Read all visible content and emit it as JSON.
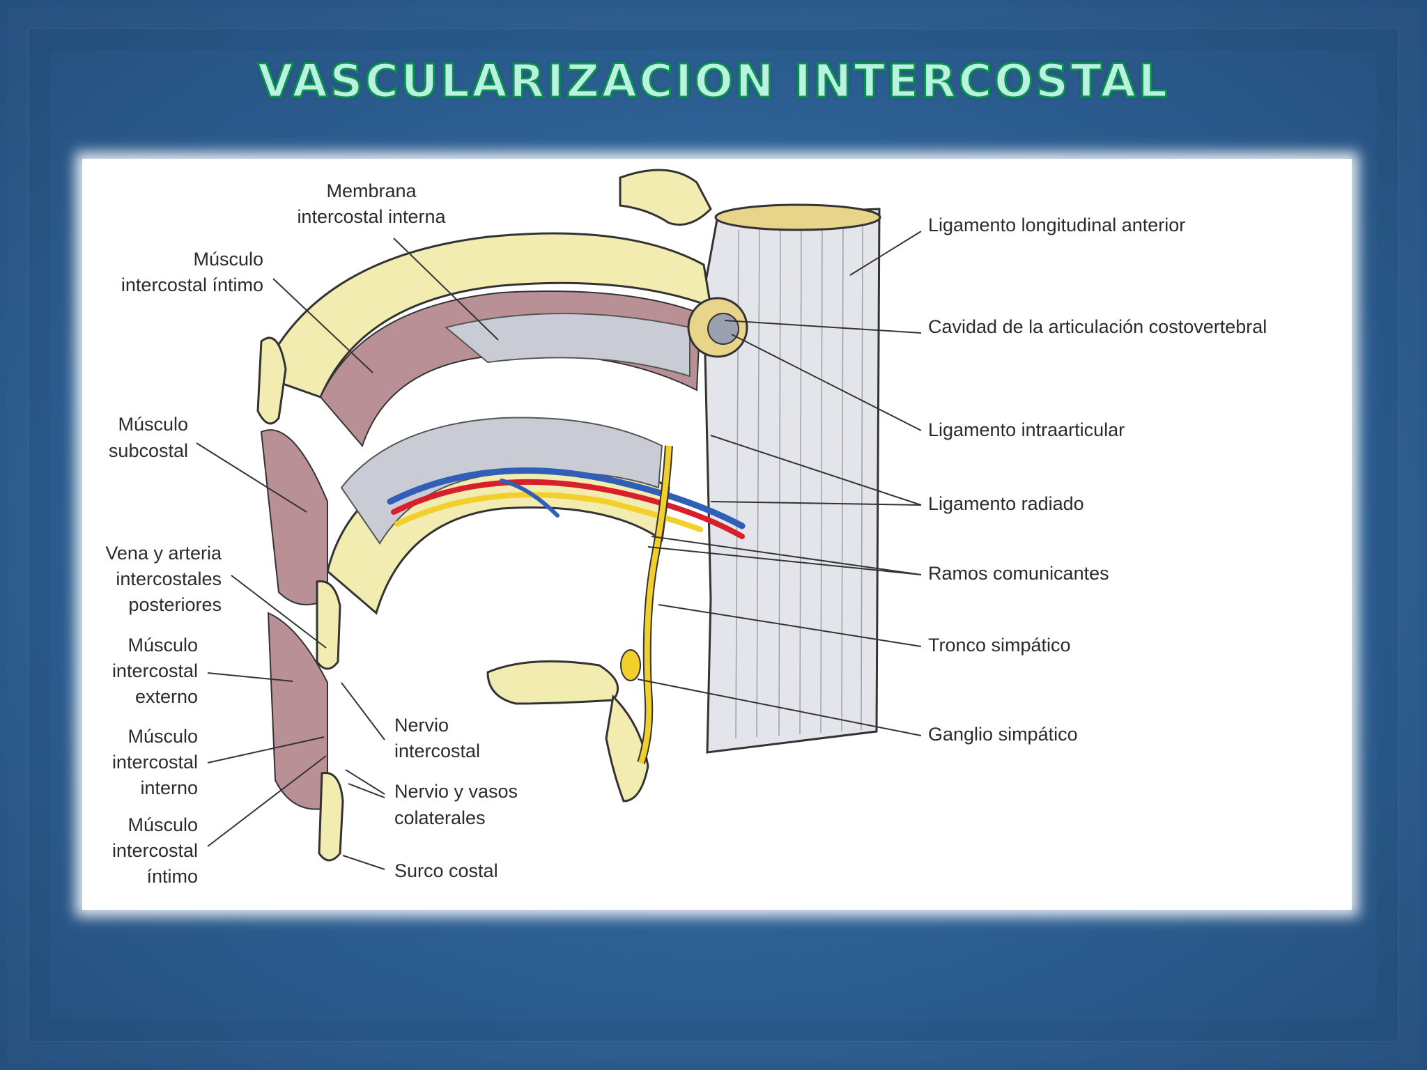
{
  "title": "VASCULARIZACION INTERCOSTAL",
  "labels": {
    "membrana_1": "Membrana",
    "membrana_2": "intercostal interna",
    "intimo_top_1": "Músculo",
    "intimo_top_2": "intercostal íntimo",
    "subcostal_1": "Músculo",
    "subcostal_2": "subcostal",
    "vena_1": "Vena y arteria",
    "vena_2": "intercostales",
    "vena_3": "posteriores",
    "externo_1": "Músculo",
    "externo_2": "intercostal",
    "externo_3": "externo",
    "interno_1": "Músculo",
    "interno_2": "intercostal",
    "interno_3": "interno",
    "intimo_bot_1": "Músculo",
    "intimo_bot_2": "intercostal",
    "intimo_bot_3": "íntimo",
    "nervio_int_1": "Nervio",
    "nervio_int_2": "intercostal",
    "nervio_vasos_1": "Nervio y vasos",
    "nervio_vasos_2": "colaterales",
    "surco": "Surco costal",
    "lig_long": "Ligamento longitudinal anterior",
    "cavidad": "Cavidad de la articulación costovertebral",
    "lig_intra": "Ligamento intraarticular",
    "lig_radiado": "Ligamento radiado",
    "ramos": "Ramos comunicantes",
    "tronco": "Tronco simpático",
    "ganglio": "Ganglio simpático"
  },
  "colors": {
    "bone": "#f3ecb0",
    "bone_dark": "#d8ca7a",
    "muscle": "#b99095",
    "membrane": "#c9ccd4",
    "vertebra": "#e4e5ea",
    "artery": "#d8202c",
    "vein": "#2f5fb8",
    "nerve": "#f2cf2a"
  }
}
